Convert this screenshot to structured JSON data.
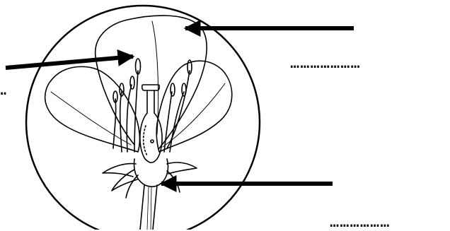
{
  "diagram": {
    "subject": "flower-longitudinal-section",
    "line_color": "#000000",
    "background_color": "#ffffff",
    "arrow_color": "#000000",
    "label_blanks": [
      {
        "id": "blank-right-middle",
        "text": "…………………"
      },
      {
        "id": "blank-left",
        "text": "…"
      },
      {
        "id": "blank-bottom-right",
        "text": "………………"
      }
    ],
    "arrows": [
      {
        "id": "arrow-petal",
        "points_to": "petal"
      },
      {
        "id": "arrow-stamen",
        "points_to": "stamen"
      },
      {
        "id": "arrow-sepal",
        "points_to": "sepal"
      }
    ]
  }
}
